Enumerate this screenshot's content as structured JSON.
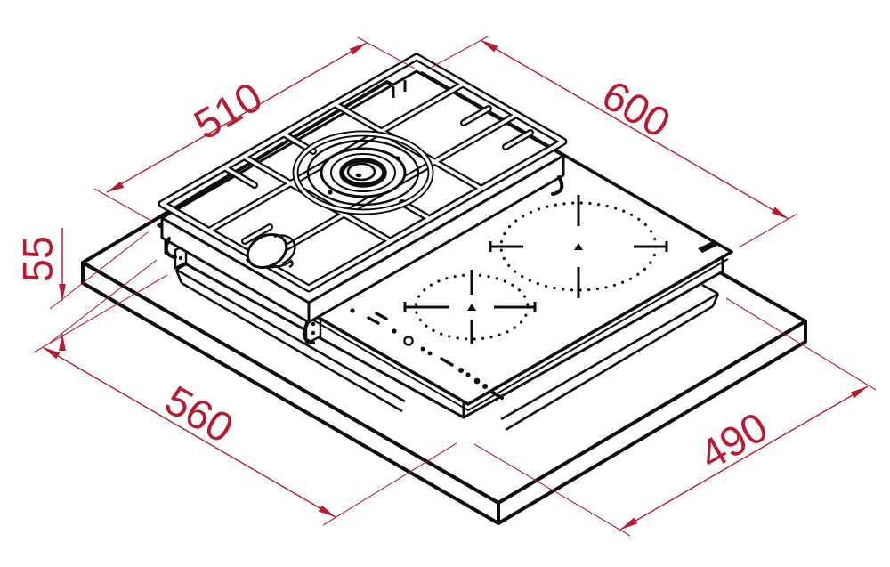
{
  "diagram": {
    "type": "built-in hob installation drawing, isometric view",
    "background": "#ffffff",
    "line_color": "#0d0d0d",
    "dimension_color": "#b51c31",
    "dimensions": {
      "hob_depth": "510",
      "hob_width": "600",
      "built_in_height": "55",
      "cutout_width": "560",
      "cutout_depth": "490"
    }
  }
}
